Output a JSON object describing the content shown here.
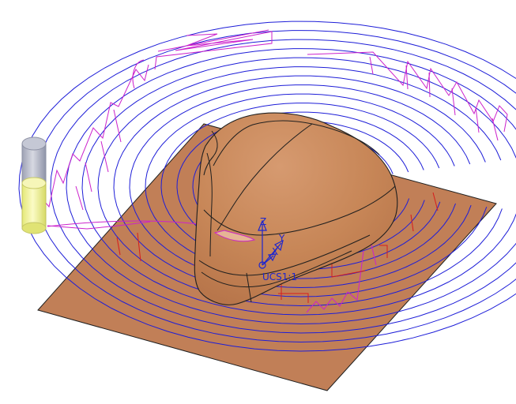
{
  "viewport": {
    "background": "#ffffff"
  },
  "colors": {
    "stock_fill": "#c17f57",
    "stock_edge": "#1f1f1f",
    "part_fill": "#c98a60",
    "part_highlight": "#e8b899",
    "cut_toolpath": "#1e1ed8",
    "link_toolpath": "#cc22cc",
    "lead_move": "#d61c1c",
    "tool_body": "#b7b9c8",
    "tool_holder": "#eef08a",
    "ucs_color": "#1d25cf"
  },
  "ucs": {
    "x_label": "X",
    "y_label": "Y",
    "z_label": "Z",
    "name": "UCS1:1"
  },
  "icons": {
    "tool": "cutting-tool-icon",
    "ucs": "ucs-triad-icon"
  }
}
